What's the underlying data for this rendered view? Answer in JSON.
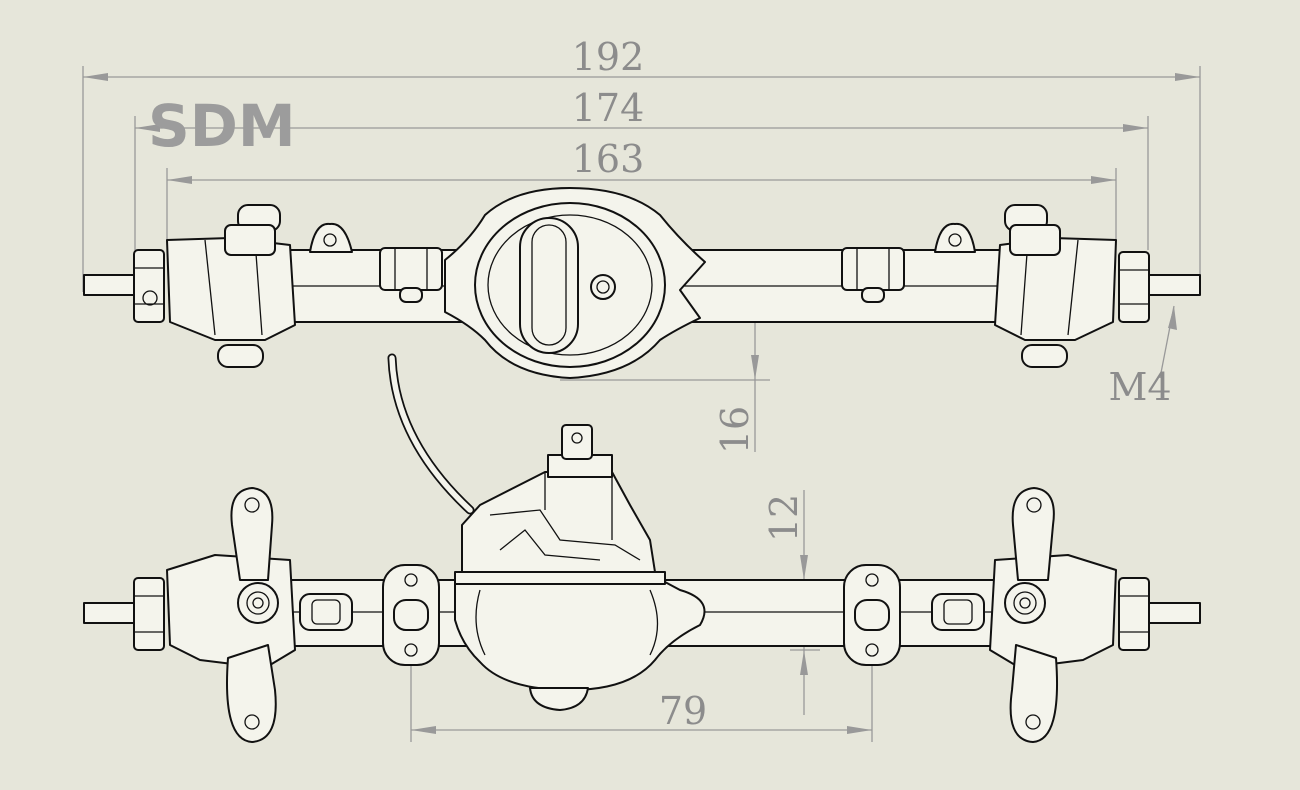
{
  "logo": "SDM",
  "dimensions": {
    "overall_width": "192",
    "hub_width": "174",
    "housing_width": "163",
    "vertical_offset": "16",
    "pinion_offset": "12",
    "link_mount_spacing": "79",
    "thread_callout": "M4"
  },
  "colors": {
    "background": "#e6e6da",
    "outline": "#111111",
    "dimension": "#999999"
  }
}
